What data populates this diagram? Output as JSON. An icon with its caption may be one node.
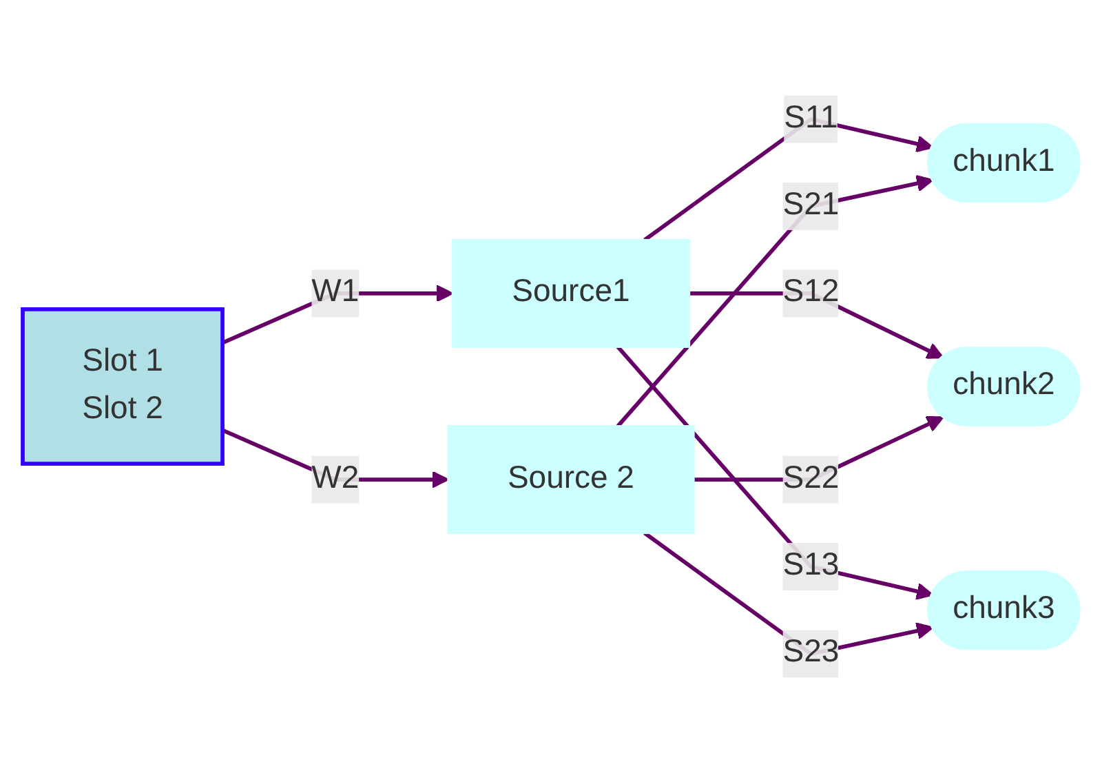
{
  "diagram": {
    "nodes": [
      {
        "text": [
          "Slot 1",
          "Slot 2"
        ]
      },
      {
        "text": [
          "Source1"
        ]
      },
      {
        "text": [
          "Source 2"
        ]
      },
      {
        "text": [
          "chunk1"
        ]
      },
      {
        "text": [
          "chunk2"
        ]
      },
      {
        "text": [
          "chunk3"
        ]
      }
    ],
    "edges": [
      {
        "from": 0,
        "to": 1,
        "arrow": "to",
        "label": "W1"
      },
      {
        "from": 0,
        "to": 2,
        "arrow": "to",
        "label": "W2"
      },
      {
        "from": 1,
        "to": 3,
        "arrow": "to",
        "label": "S11"
      },
      {
        "from": 1,
        "to": 4,
        "arrow": "to",
        "label": "S12"
      },
      {
        "from": 1,
        "to": 5,
        "arrow": "to",
        "label": "S13"
      },
      {
        "from": 2,
        "to": 3,
        "arrow": "to",
        "label": "S21"
      },
      {
        "from": 2,
        "to": 4,
        "arrow": "to",
        "label": "S22"
      },
      {
        "from": 2,
        "to": 5,
        "arrow": "to",
        "label": "S23"
      }
    ]
  }
}
